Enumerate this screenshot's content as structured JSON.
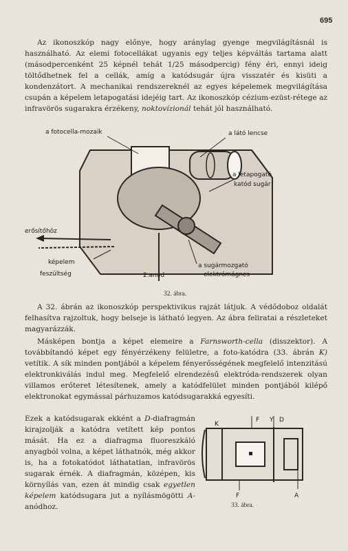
{
  "page_number": "695",
  "para1": "Az ikonoszkóp nagy előnye, hogy aránylag gyenge megvilágításnál is használható. Az elemi fotocellákat ugyanis egy teljes képváltás tartama alatt (másodpercenként 25 képnél tehát 1/25 másodpercig) fény éri, ennyi ideig töltődhetnek fel a cellák, amíg a katódsugár újra visszatér és kisüti a kondenzátort. A mechanikai rendszereknél az egyes képelemek megvilágítása csupán a képelem letapogatási idejéig tart. Az ikonoszkóp cézium-ezüst-rétege az infravörös sugarakra érzékeny,",
  "para1_italic": "noktovízionál",
  "para1_end": "tehát jól használható.",
  "fig32_labels": {
    "fotocella": "a fotocella-mozaik",
    "lato_lencse": "a látó lencse",
    "letapogato": "a letapogató",
    "katod_sugar": "katód sugár",
    "erositohoz": "erősítőhöz",
    "kepelem": "képelem",
    "feszultseg": "feszültség",
    "anod": "2.anód",
    "sugarmozgato": "a sugármozgató",
    "elektromagnes": "elektrómágnes"
  },
  "caption32": "32. ábra.",
  "para2": "A 32. ábrán az ikonoszkóp perspektivikus rajzát látjuk. A védődoboz oldalát felhasítva rajzoltuk, hogy belseje is látható legyen. Az ábra feliratai a részleteket magyarázzák.",
  "para3_start": "Másképen bontja a képet elemeire a",
  "para3_italic": "Farnsworth-cella",
  "para3_mid": "(disszektor). A továbbítandó képet egy fényérzékeny felületre, a foto-katódra (33. ábrán",
  "para3_k": "K)",
  "para3_end": "vetítik. A sík minden pontjából a képelem fényerősségének megfelelő intenzitású elektronkiválás indul meg. Megfelelő elrendezésű elektróda-rendszerek olyan villamos erőteret létesítenek, amely a katódfelület minden pontjából kilépő elektronokat egymással párhuzamos katódsugarakká egyesíti.",
  "para4_a": "Ezek a katódsugarak ekként a",
  "para4_d": "D",
  "para4_b": "-diafragmán kirajzolják a katódra vetített kép pontos mását. Ha ez a diafragma fluoreszkáló anyagból volna, a képet láthatnók, még akkor is, ha a fotokatódot láthatatlan, infravörös sugarak érnék. A diafragmán, középen, kis környílás van, ezen át mindig csak",
  "para4_italic": "egyetlen képelem",
  "para4_c": "katódsugara jut a nyílásmögötti",
  "para4_a_letter": "A",
  "para4_end": "-anódhoz.",
  "fig33_labels": {
    "k": "K",
    "f": "F",
    "y": "Y",
    "d": "D",
    "f2": "F",
    "a": "A"
  },
  "caption33": "33. ábra."
}
